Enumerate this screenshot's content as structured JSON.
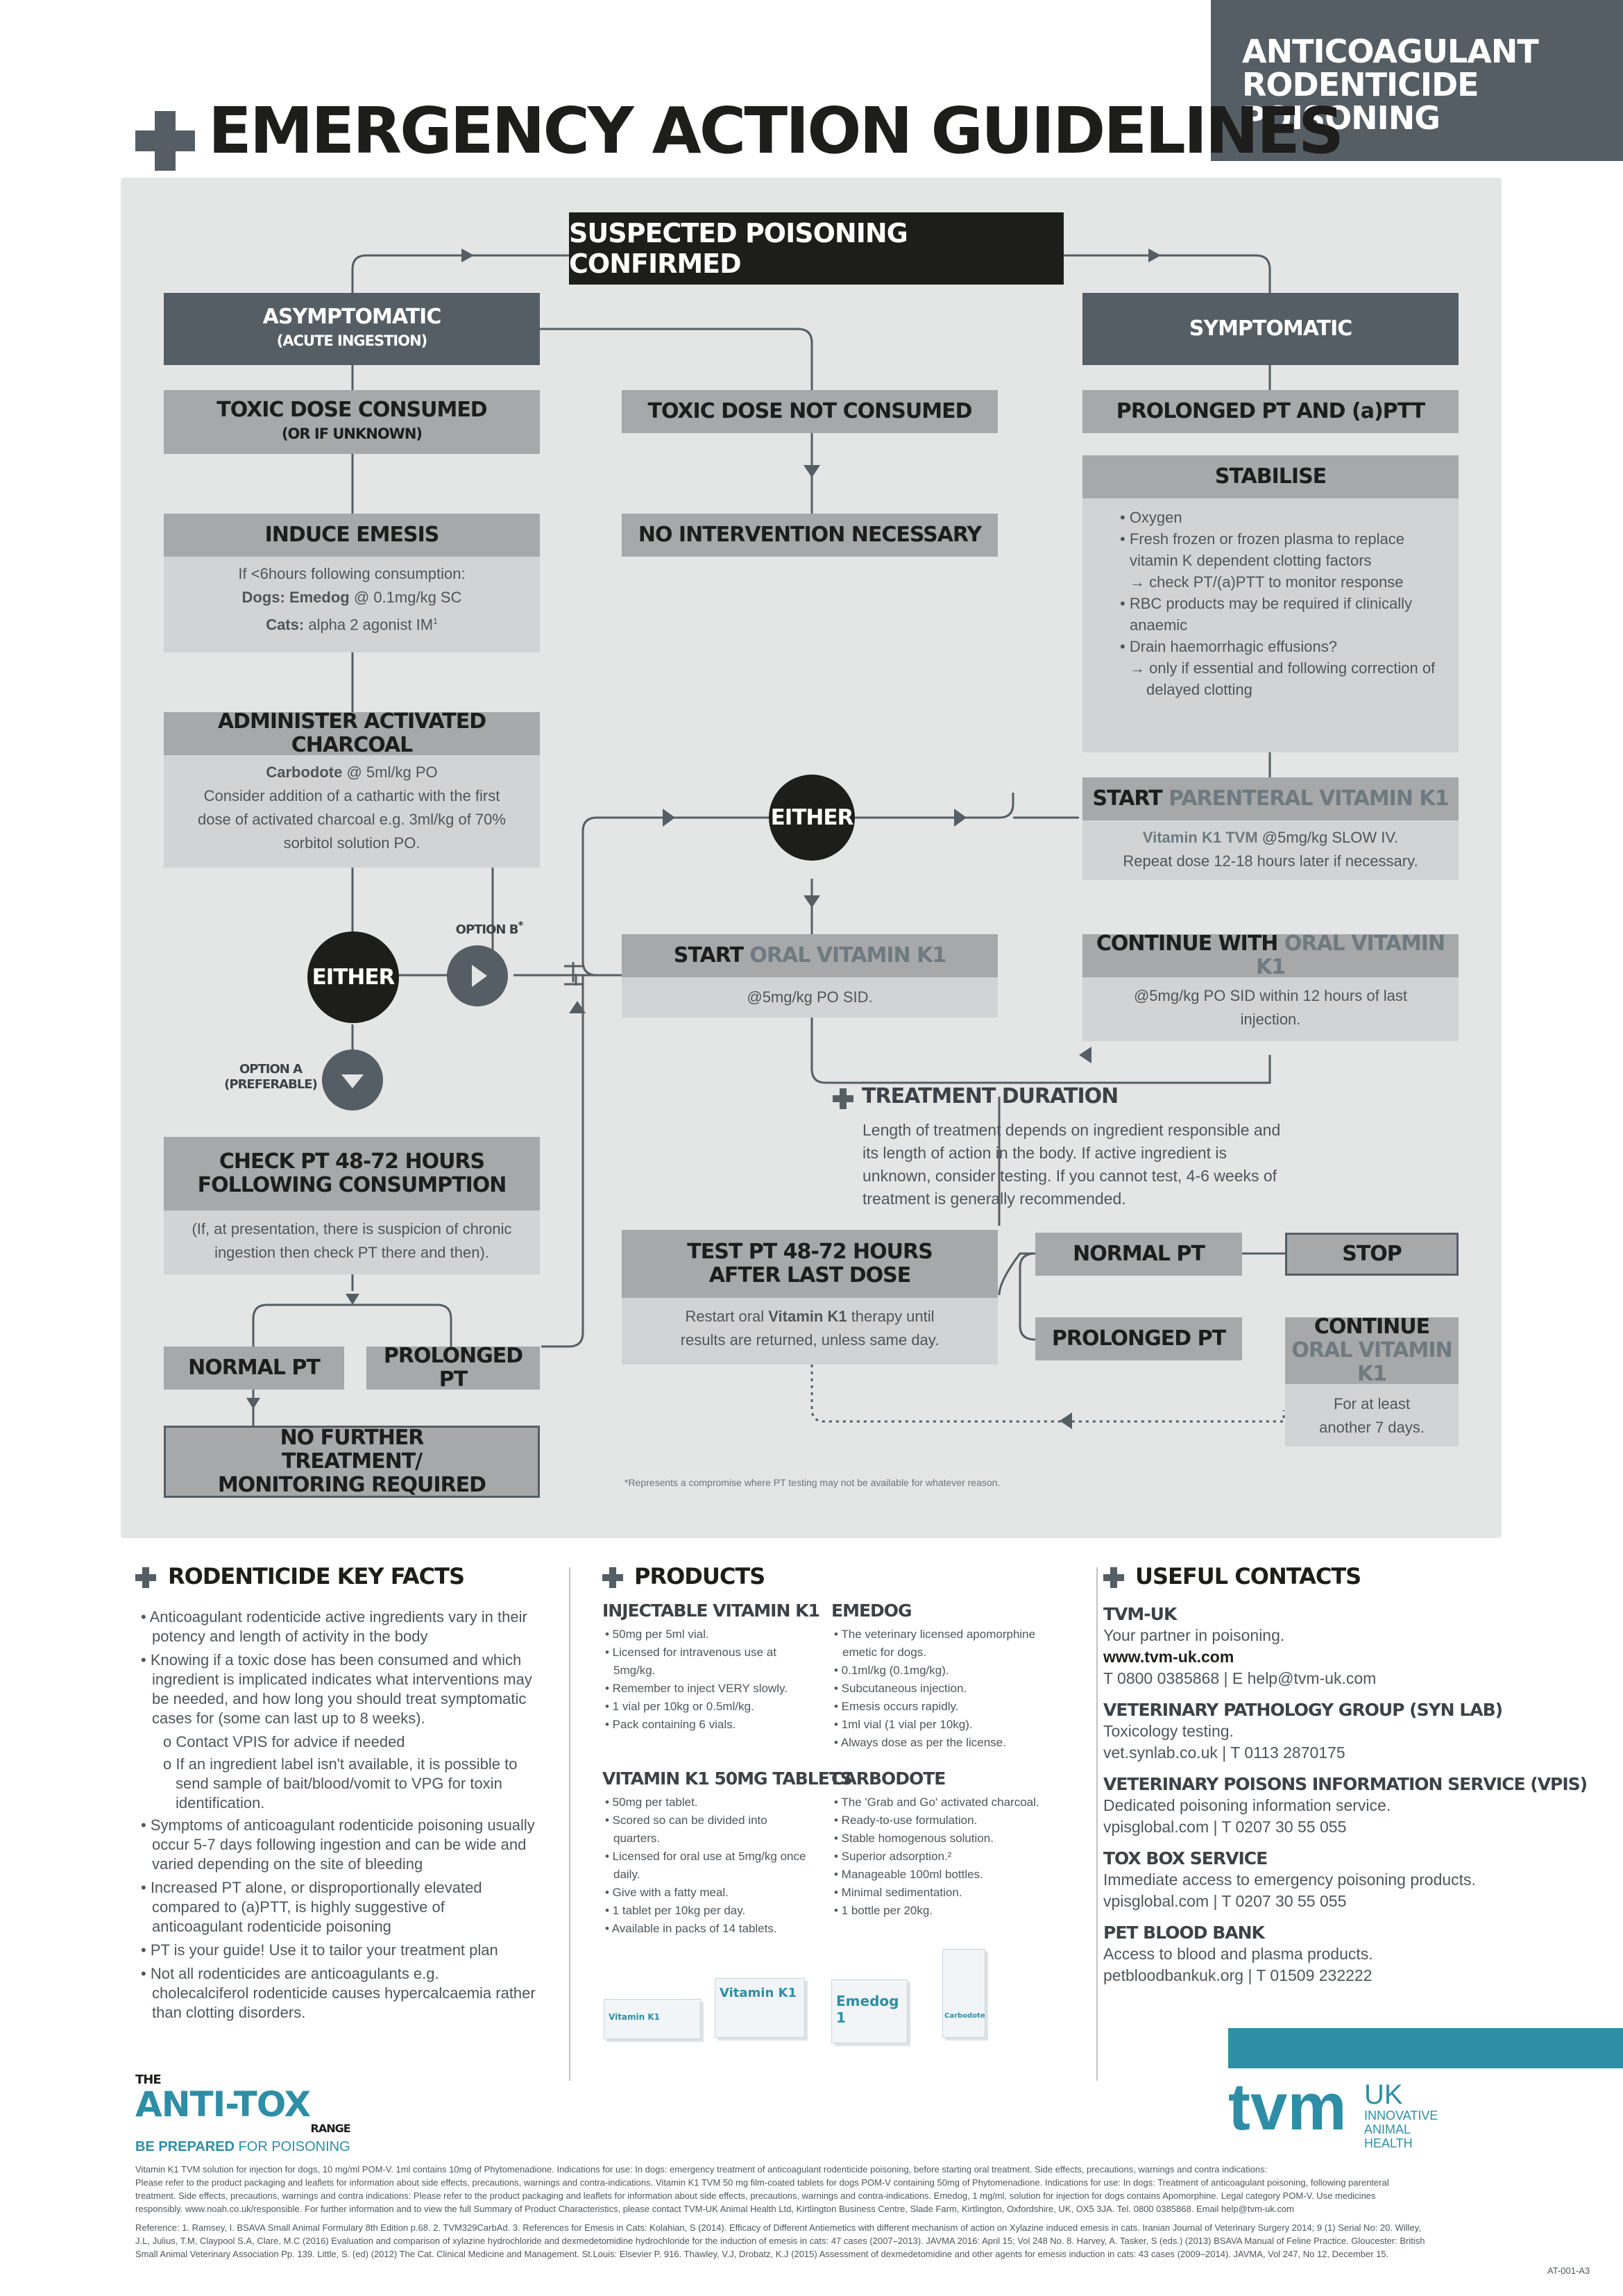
{
  "header": {
    "title": "EMERGENCY ACTION GUIDELINES",
    "corner": [
      "ANTICOAGULANT",
      "RODENTICIDE",
      "POISONING"
    ]
  },
  "flow": {
    "confirmed": "SUSPECTED POISONING CONFIRMED",
    "asymptomatic": "ASYMPTOMATIC",
    "asymptomatic_sub": "(ACUTE INGESTION)",
    "symptomatic": "SYMPTOMATIC",
    "toxic_consumed": "TOXIC DOSE CONSUMED",
    "toxic_consumed_sub": "(OR IF UNKNOWN)",
    "toxic_not_consumed": "TOXIC DOSE NOT CONSUMED",
    "no_intervention": "NO INTERVENTION NECESSARY",
    "prolonged_pt_aptt": "PROLONGED PT AND (a)PTT",
    "induce_emesis": "INDUCE EMESIS",
    "emesis_line1": "If <6hours following consumption:",
    "emesis_dogs_label": "Dogs:",
    "emesis_dogs_product": "Emedog",
    "emesis_dogs_dose": "@ 0.1mg/kg SC",
    "emesis_cats_label": "Cats:",
    "emesis_cats_text": "alpha 2 agonist IM",
    "emesis_cats_ref": "1",
    "stabilise": "STABILISE",
    "stabilise_items": [
      "• Oxygen",
      "• Fresh frozen or frozen plasma to replace vitamin K dependent clotting factors",
      "→ check PT/(a)PTT to monitor response",
      "• RBC products may be required if clinically anaemic",
      "• Drain haemorrhagic effusions?",
      "→ only if essential and following correction of delayed clotting"
    ],
    "charcoal": "ADMINISTER ACTIVATED CHARCOAL",
    "charcoal_product": "Carbodote",
    "charcoal_dose": "@ 5ml/kg PO",
    "charcoal_text": "Consider addition of a cathartic with the first dose of activated charcoal e.g. 3ml/kg of 70% sorbitol solution PO.",
    "either": "EITHER",
    "parenteral_a": "START ",
    "parenteral_b": "PARENTERAL VITAMIN K1",
    "parenteral_product": "Vitamin K1 TVM",
    "parenteral_dose": "@5mg/kg SLOW IV.",
    "parenteral_repeat": "Repeat dose 12-18 hours later if necessary.",
    "option_b": "OPTION B",
    "option_b_mark": "*",
    "option_a": "OPTION A",
    "option_a_sub": "(PREFERABLE)",
    "oral_a": "START ",
    "oral_b": "ORAL VITAMIN K1",
    "oral_dose": "@5mg/kg PO SID.",
    "continue_a": "CONTINUE WITH ",
    "continue_b": "ORAL VITAMIN K1",
    "continue_dose": "@5mg/kg PO SID within 12 hours of last injection.",
    "duration_title": "TREATMENT DURATION",
    "duration_text": "Length of treatment depends on ingredient responsible and its length of action in the body. If active ingredient is unknown, consider testing. If you cannot test, 4-6 weeks of treatment is generally recommended.",
    "check_pt": "CHECK PT 48-72 HOURS FOLLOWING CONSUMPTION",
    "check_pt_text": "(If, at presentation, there is suspicion of chronic ingestion then check PT there and then).",
    "test_pt": "TEST PT 48-72 HOURS AFTER LAST DOSE",
    "test_pt_text_a": "Restart oral ",
    "test_pt_product": "Vitamin K1",
    "test_pt_text_b": " therapy until results are returned, unless same day.",
    "normal_pt": "NORMAL PT",
    "prolonged_pt": "PROLONGED PT",
    "stop": "STOP",
    "continue2_a": "CONTINUE ",
    "continue2_b": "ORAL VITAMIN K1",
    "continue2_text": "For at least another 7 days.",
    "no_further": "NO FURTHER TREATMENT/ MONITORING REQUIRED",
    "footnote": "*Represents a compromise where PT testing may not be available for whatever reason."
  },
  "facts": {
    "title": "RODENTICIDE KEY FACTS",
    "items": [
      {
        "t": "b",
        "text": "• Anticoagulant rodenticide active ingredients vary in their potency and length of activity in the body"
      },
      {
        "t": "b",
        "text": "• Knowing if a toxic dose has been consumed and which ingredient is implicated indicates what interventions may be needed, and how long you should treat symptomatic cases for (some can last up to 8 weeks)."
      },
      {
        "t": "o",
        "text": "o Contact VPIS for advice if needed"
      },
      {
        "t": "o",
        "text": "o If an ingredient label isn't available, it is possible to send sample of bait/blood/vomit to VPG for toxin identification."
      },
      {
        "t": "b",
        "text": "• Symptoms of anticoagulant rodenticide poisoning usually occur 5-7 days following ingestion and can be wide and varied depending on the site of bleeding"
      },
      {
        "t": "b",
        "text": "• Increased PT alone, or disproportionally elevated compared to (a)PTT, is highly suggestive of anticoagulant rodenticide poisoning"
      },
      {
        "t": "b",
        "text": "• PT is your guide! Use it to tailor your treatment plan"
      },
      {
        "t": "b",
        "text": "• Not all rodenticides are anticoagulants e.g. cholecalciferol rodenticide causes hypercalcaemia rather than clotting disorders."
      }
    ]
  },
  "products": {
    "title": "PRODUCTS",
    "inj_title": "INJECTABLE VITAMIN K1",
    "inj_items": [
      "• 50mg per 5ml vial.",
      "• Licensed for intravenous use at 5mg/kg.",
      "• Remember to inject VERY slowly.",
      "• 1 vial per 10kg or 0.5ml/kg.",
      "• Pack containing 6 vials."
    ],
    "emedog_title": "EMEDOG",
    "emedog_items": [
      "• The veterinary licensed apomorphine emetic for dogs.",
      "• 0.1ml/kg (0.1mg/kg).",
      "• Subcutaneous injection.",
      "• Emesis occurs rapidly.",
      "• 1ml vial (1 vial per 10kg).",
      "• Always dose as per the license."
    ],
    "tab_title": "VITAMIN K1 50MG TABLETS",
    "tab_items": [
      "• 50mg per tablet.",
      "• Scored so can be divided into quarters.",
      "• Licensed for oral use at 5mg/kg once daily.",
      "• Give with a fatty meal.",
      "• 1 tablet per 10kg per day.",
      "• Available in packs of 14 tablets."
    ],
    "carb_title": "CARBODOTE",
    "carb_items": [
      "• The 'Grab and Go' activated charcoal.",
      "• Ready-to-use formulation.",
      "• Stable homogenous solution.",
      "• Superior adsorption.²",
      "• Manageable 100ml bottles.",
      "• Minimal sedimentation.",
      "• 1 bottle per 20kg."
    ],
    "pack_labels": [
      "Vitamin K1",
      "Vitamin K1",
      "Emedog 1",
      "Carbodote"
    ]
  },
  "contacts": {
    "title": "USEFUL CONTACTS",
    "c1_h": "TVM-UK",
    "c1_desc": "Your partner in poisoning.",
    "c1_web": "www.tvm-uk.com",
    "c1_phone": "T 0800 0385868  |  E help@tvm-uk.com",
    "c2_h": "VETERINARY PATHOLOGY GROUP (SYN LAB)",
    "c2_desc": "Toxicology testing.",
    "c2_line": "vet.synlab.co.uk  |  T 0113 2870175",
    "c3_h": "VETERINARY POISONS INFORMATION SERVICE (VPIS)",
    "c3_desc": "Dedicated poisoning information service.",
    "c3_line": "vpisglobal.com  |  T 0207 30 55 055",
    "c4_h": "TOX BOX SERVICE",
    "c4_desc": "Immediate access to emergency poisoning products.",
    "c4_line": "vpisglobal.com  |  T 0207 30 55 055",
    "c5_h": "PET BLOOD BANK",
    "c5_desc": "Access to blood and plasma products.",
    "c5_line": "petbloodbankuk.org  |  T 01509 232222"
  },
  "logos": {
    "antitox_the": "THE",
    "antitox_name": "ANTI-TOX",
    "antitox_range": "RANGE",
    "be_prepared_a": "BE PREPARED",
    "be_prepared_b": " FOR POISONING",
    "tvm": "tvm",
    "tvm_uk": "UK",
    "tvm_tag1": "INNOVATIVE",
    "tvm_tag2": "ANIMAL HEALTH"
  },
  "legal": {
    "l1": "Vitamin K1 TVM solution for injection for dogs, 10 mg/ml POM-V. 1ml contains 10mg of Phytomenadione. Indications for use: In dogs: emergency treatment of anticoagulant rodenticide poisoning, before starting oral treatment. Side effects, precautions, warnings and contra indications:",
    "l2": "Please refer to the product packaging and leaflets for information about side effects, precautions, warnings and contra-indications. Vitamin K1 TVM 50 mg film-coated tablets for dogs POM-V containing 50mg of Phytomenadione. Indications for use: In dogs: Treatment of anticoagulant poisoning, following parenteral",
    "l3": "treatment. Side effects, precautions, warnings and contra indications: Please refer to the product packaging and leaflets for information about side effects, precautions, warnings and contra-indications. Emedog, 1 mg/ml, solution for injection for dogs contains Apomorphine. Legal category POM-V. Use medicines",
    "l4": "responsibly. www.noah.co.uk/responsible. For further information and to view the full Summary of Product Characteristics, please contact TVM-UK Animal Health Ltd, Kirtlington Business Centre, Slade Farm, Kirtlington, Oxfordshire, UK, OX5 3JA. Tel. 0800 0385868. Email help@tvm-uk.com",
    "r1": "Reference: 1. Ramsey, I. BSAVA Small Animal Formulary 8th Edition p.68. 2. TVM329CarbAd. 3. References for Emesis in Cats: Kolahian, S (2014). Efficacy of Different Antiemetics with different mechanism of action on Xylazine induced emesis in cats. Iranian Journal of Veterinary Surgery 2014; 9 (1) Serial No: 20. Willey,",
    "r2": "J.L, Julius, T.M, Claypool S.A, Clare, M.C (2016) Evaluation and comparison of xylazine hydrochloride and dexmedetomidine hydrochloride for the induction of emesis in cats: 47 cases (2007–2013). JAVMA 2016: April 15; Vol 248 No. 8. Harvey, A. Tasker, S (eds.) (2013) BSAVA Manual of Feline Practice. Gloucester: British",
    "r3": "Small Animal Veterinary Association Pp. 139. Little, S. (ed) (2012) The Cat. Clinical Medicine and Management. St.Louis: Elsevier P. 916. Thawley, V.J, Drobatz, K.J (2015) Assessment of dexmedetomidine and other agents for emesis induction in cats: 43 cases (2009–2014). JAVMA, Vol 247, No 12, December 15.",
    "code": "AT-001-A3"
  },
  "colors": {
    "dark": "#555e64",
    "mid": "#a6a8aa",
    "light": "#d2d3d4",
    "accent": "#6f7a80",
    "teal": "#2d8ea6"
  }
}
